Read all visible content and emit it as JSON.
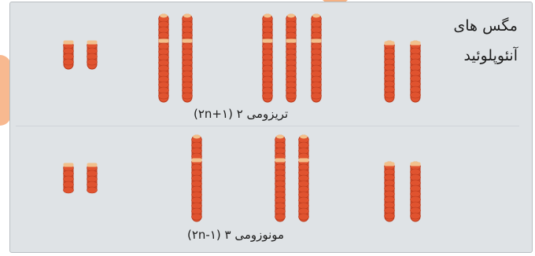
{
  "title": {
    "line1": "مگس های",
    "line2": "آنئوپلوئید"
  },
  "rows": [
    {
      "label": "تریزومی ۲ (۲n+۱)",
      "groups": [
        {
          "name": "pair-1-left",
          "count": 2,
          "length": "short"
        },
        {
          "name": "chromosome-2",
          "count": 2,
          "length": "long"
        },
        {
          "name": "chromosome-2-extra",
          "count": 3,
          "length": "long"
        },
        {
          "name": "pair-4-right",
          "count": 2,
          "length": "medium"
        }
      ]
    },
    {
      "label": "مونوزومی ۳ (۲n-۱)",
      "groups": [
        {
          "name": "pair-1-left",
          "count": 2,
          "length": "short"
        },
        {
          "name": "chromosome-3-single",
          "count": 1,
          "length": "long"
        },
        {
          "name": "chromosome-3-pair",
          "count": 2,
          "length": "long"
        },
        {
          "name": "pair-4-right",
          "count": 2,
          "length": "medium"
        }
      ]
    }
  ],
  "colors": {
    "chromosome": "#e0532f",
    "chromosome_dark": "#b83a1d",
    "centromere": "#f2c08c",
    "panel": "#dfe3e6",
    "accent": "#f5b183"
  }
}
